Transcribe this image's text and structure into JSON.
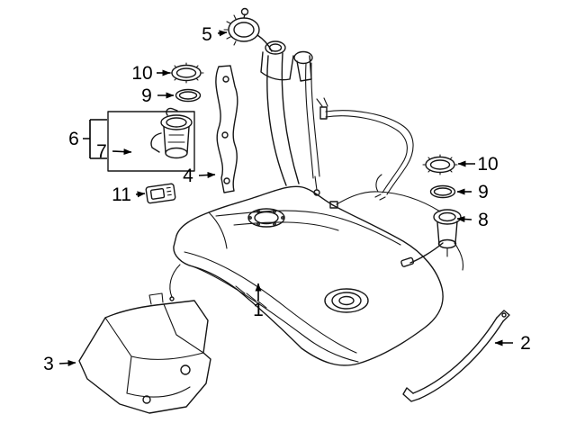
{
  "figure": {
    "background_color": "#ffffff",
    "line_color": "#161616",
    "description_kind": "exploded-parts-diagram"
  },
  "callouts": [
    {
      "label": "5",
      "part": "fuel-filler-cap"
    },
    {
      "label": "10",
      "part": "lock-ring-left"
    },
    {
      "label": "9",
      "part": "seal-gasket-left"
    },
    {
      "label": "6",
      "part": "fuel-pump-assembly-group"
    },
    {
      "label": "7",
      "part": "fuel-pump-module"
    },
    {
      "label": "4",
      "part": "filler-pipe-bracket"
    },
    {
      "label": "11",
      "part": "fuel-control-module"
    },
    {
      "label": "1",
      "part": "fuel-tank"
    },
    {
      "label": "3",
      "part": "heat-shield"
    },
    {
      "label": "2",
      "part": "tank-strap"
    },
    {
      "label": "8",
      "part": "fuel-level-sender"
    },
    {
      "label": "9",
      "part": "seal-gasket-right"
    },
    {
      "label": "10",
      "part": "lock-ring-right"
    }
  ]
}
